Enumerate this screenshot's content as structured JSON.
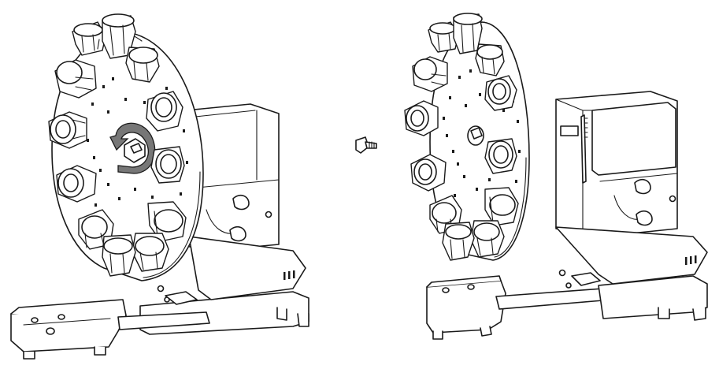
{
  "figure": {
    "panels": [
      {
        "id": "before",
        "shows": [
          "sample-carousel",
          "rotate-arrow",
          "housing",
          "base-stand"
        ]
      },
      {
        "id": "separator",
        "shows": [
          "thumb-screw"
        ]
      },
      {
        "id": "after",
        "shows": [
          "sample-carousel-removed",
          "housing-open",
          "base-stand"
        ]
      }
    ],
    "holders_per_carousel": 12,
    "colors": {
      "line": "#1a1a1a",
      "background": "#ffffff",
      "arrow": "#777777"
    }
  }
}
